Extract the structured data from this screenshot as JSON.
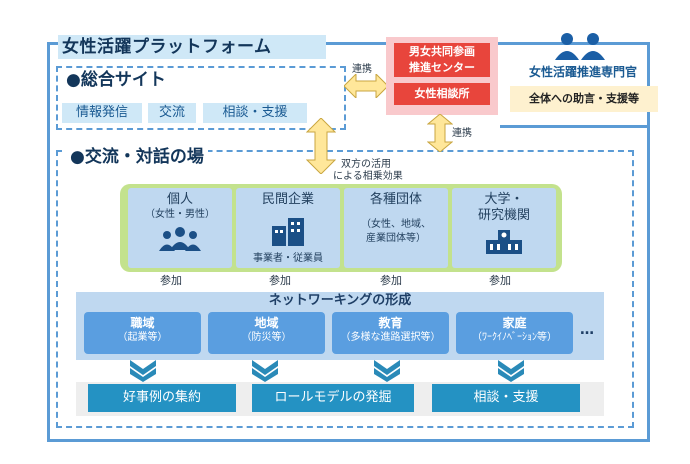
{
  "platform": {
    "title": "女性活躍プラットフォーム"
  },
  "sogo_site": {
    "heading": "●総合サイト",
    "items": [
      "情報発信",
      "交流",
      "相談・支援"
    ]
  },
  "kouryu": {
    "heading": "●交流・対話の場",
    "mutual_note_line1": "双方の活用",
    "mutual_note_line2": "による相乗効果"
  },
  "participants": [
    {
      "title": "個人",
      "sub": "（女性・男性）",
      "icon": "people-group-icon",
      "footer": "",
      "join": "参加"
    },
    {
      "title": "民間企業",
      "sub": "",
      "icon": "office-building-icon",
      "footer": "事業者・従業員",
      "join": "参加"
    },
    {
      "title": "各種団体",
      "sub": "（女性、地域、\n産業団体等）",
      "icon": "",
      "footer": "",
      "join": "参加"
    },
    {
      "title": "大学・\n研究機関",
      "sub": "",
      "icon": "university-icon",
      "footer": "",
      "join": "参加"
    }
  ],
  "network": {
    "title": "ネットワーキングの形成",
    "more": "…",
    "items": [
      {
        "title": "職域",
        "sub": "（起業等）"
      },
      {
        "title": "地域",
        "sub": "（防災等）"
      },
      {
        "title": "教育",
        "sub": "（多様な進路選択等）"
      },
      {
        "title": "家庭",
        "sub": "（ﾜｰｸｲﾉﾍﾞｰｼｮﾝ等）"
      }
    ]
  },
  "outcomes": [
    "好事例の集約",
    "ロールモデルの発掘",
    "相談・支援"
  ],
  "center": {
    "name": "男女共同参画\n推進センター",
    "counsel": "女性相談所"
  },
  "links": {
    "left": "連携",
    "down": "連携"
  },
  "specialist": {
    "title": "女性活躍推進専門官",
    "desc": "全体への助言・支援等",
    "icon": "two-people-icon"
  },
  "colors": {
    "frame": "#5b9bd5",
    "light_blue": "#cfe8f7",
    "green": "#c3e28d",
    "red": "#e8453c",
    "pink": "#f9c9cc",
    "teal": "#2492c3",
    "yellow_arrow": "#ffe79a"
  }
}
